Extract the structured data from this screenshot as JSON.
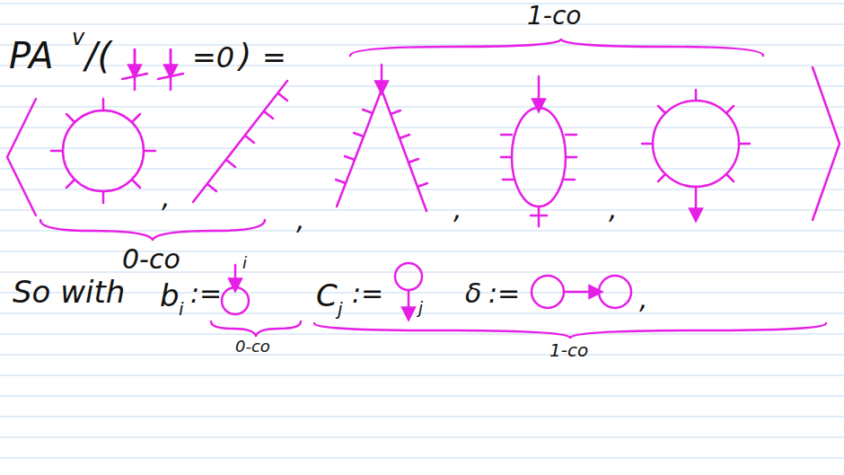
{
  "diagram": {
    "labels": [
      "PA",
      "v",
      "/(",
      "=0",
      ")",
      "=",
      "1-co",
      ",",
      ",",
      ",",
      ",",
      "0-co",
      "So with",
      "b",
      "i",
      ":=",
      "i",
      "0-co",
      "C",
      "j",
      ":=",
      "j",
      "δ",
      ":=",
      ",",
      "1-co"
    ]
  }
}
